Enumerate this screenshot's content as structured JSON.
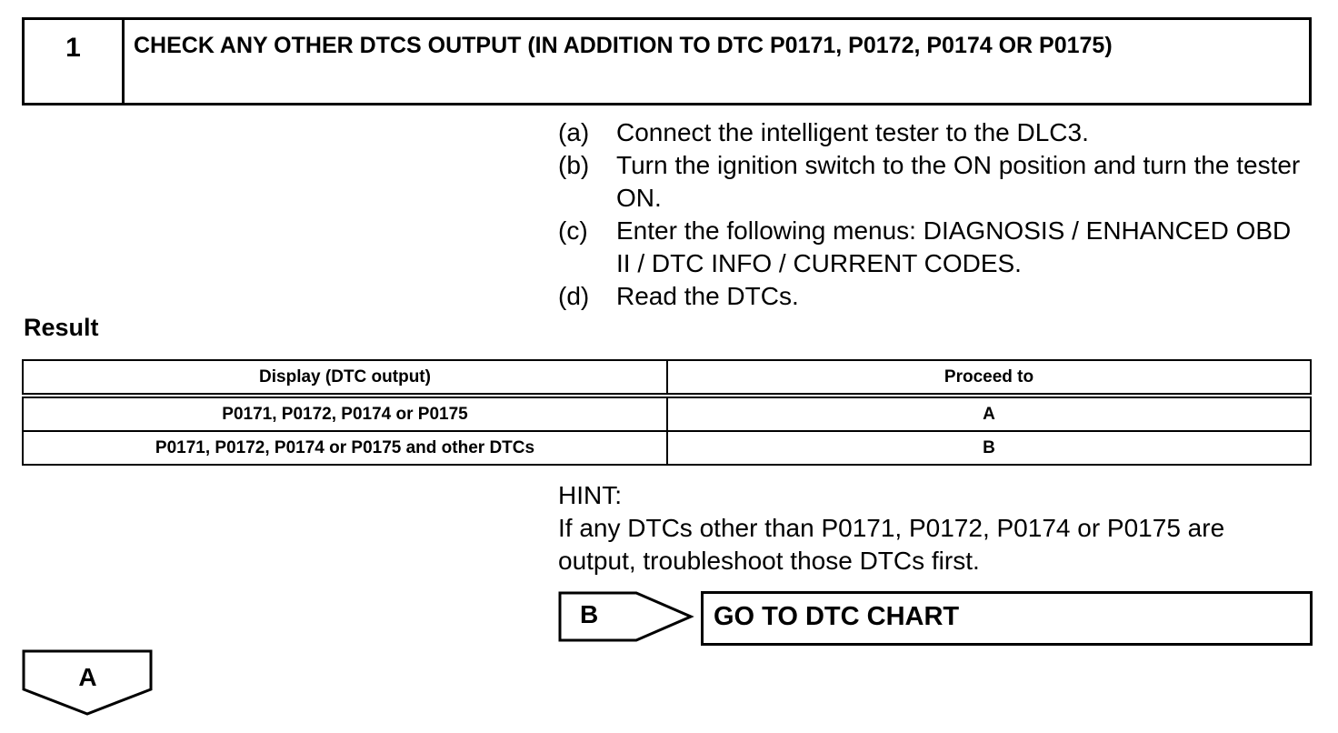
{
  "step": {
    "number": "1",
    "title": "CHECK ANY OTHER DTCS OUTPUT (IN ADDITION TO DTC P0171, P0172, P0174 OR P0175)"
  },
  "instructions": [
    {
      "marker": "(a)",
      "text": "Connect the intelligent tester to the DLC3."
    },
    {
      "marker": "(b)",
      "text": "Turn the ignition switch to the ON position and turn the tester ON."
    },
    {
      "marker": "(c)",
      "text": "Enter the following menus: DIAGNOSIS / ENHANCED OBD II / DTC INFO / CURRENT CODES."
    },
    {
      "marker": "(d)",
      "text": "Read the DTCs."
    }
  ],
  "result": {
    "label": "Result",
    "headers": [
      "Display (DTC output)",
      "Proceed to"
    ],
    "rows": [
      [
        "P0171, P0172, P0174 or P0175",
        "A"
      ],
      [
        "P0171, P0172, P0174 or P0175 and other DTCs",
        "B"
      ]
    ]
  },
  "hint": {
    "label": "HINT:",
    "text": "If any DTCs other than P0171, P0172, P0174 or P0175 are output, troubleshoot those DTCs first."
  },
  "proceed_b": {
    "label": "B",
    "target": "GO TO DTC CHART"
  },
  "proceed_a": {
    "label": "A"
  }
}
